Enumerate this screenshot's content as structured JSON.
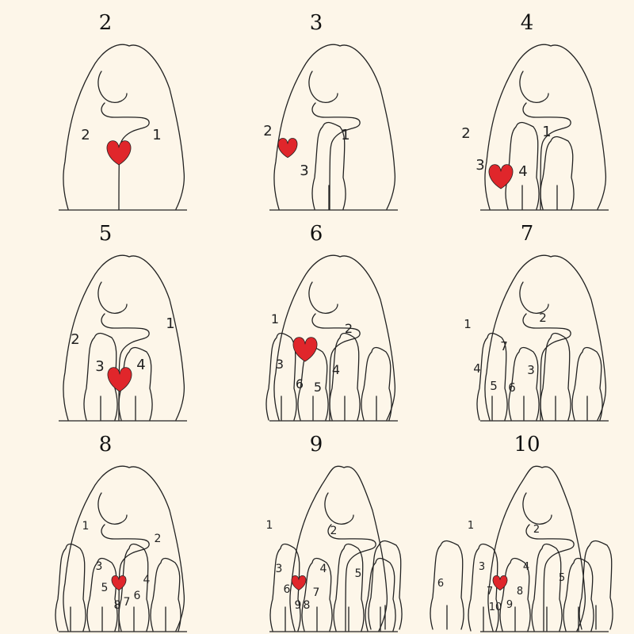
{
  "colors": {
    "background": "#fdf6e9",
    "outline": "#222222",
    "heart": "#e0262b",
    "fill": "#ffffff"
  },
  "icon_names": [
    "bear-family-outline",
    "heart-icon"
  ],
  "panels": [
    {
      "title": "2",
      "labels": [
        "2",
        "1"
      ],
      "has_heart": true
    },
    {
      "title": "3",
      "labels": [
        "2",
        "1",
        "3"
      ],
      "has_heart": true
    },
    {
      "title": "4",
      "labels": [
        "2",
        "1",
        "3",
        "4"
      ],
      "has_heart": true
    },
    {
      "title": "5",
      "labels": [
        "2",
        "1",
        "3",
        "4"
      ],
      "has_heart": true
    },
    {
      "title": "6",
      "labels": [
        "1",
        "2",
        "3",
        "4",
        "6",
        "5"
      ],
      "has_heart": true
    },
    {
      "title": "7",
      "labels": [
        "1",
        "2",
        "7",
        "4",
        "3",
        "5",
        "6"
      ],
      "has_heart": false
    },
    {
      "title": "8",
      "labels": [
        "1",
        "2",
        "3",
        "4",
        "5",
        "6",
        "8",
        "7"
      ],
      "has_heart": true
    },
    {
      "title": "9",
      "labels": [
        "1",
        "2",
        "3",
        "4",
        "5",
        "6",
        "7",
        "9",
        "8"
      ],
      "has_heart": true
    },
    {
      "title": "10",
      "labels": [
        "1",
        "2",
        "3",
        "4",
        "6",
        "5",
        "7",
        "8",
        "10",
        "9"
      ],
      "has_heart": true
    }
  ]
}
